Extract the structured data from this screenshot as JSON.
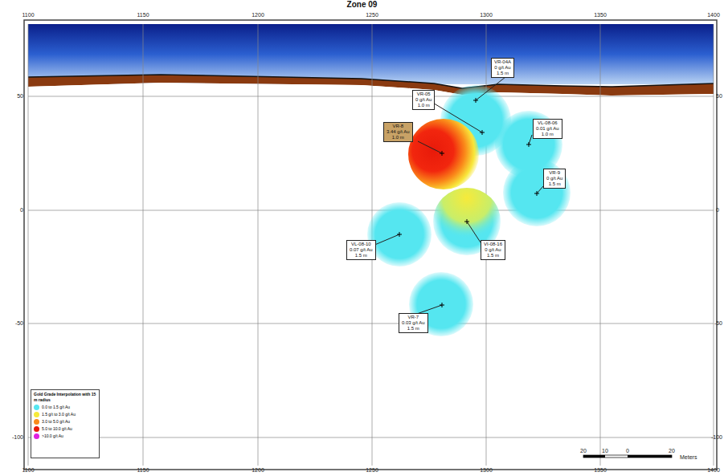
{
  "diagram": {
    "title": "Zone 09",
    "nodes": [
      {
        "text": [
          "VR-04A",
          "0 g/t Au",
          "1.5 m"
        ]
      },
      {
        "text": [
          "VR-05",
          "0 g/t Au",
          "1.0 m"
        ]
      },
      {
        "text": [
          "VR-8",
          "3.44 g/t Au",
          "1.0 m"
        ]
      },
      {
        "text": [
          "VL-08-06",
          "0.01 g/t Au",
          "1.0 m"
        ]
      },
      {
        "text": [
          "VR-9",
          "0 g/t Au",
          "1.5 m"
        ]
      },
      {
        "text": [
          "VL-08-10",
          "0.07 g/t Au",
          "1.5 m"
        ]
      },
      {
        "text": [
          "VI-08-16",
          "0 g/t Au",
          "1.5 m"
        ]
      },
      {
        "text": [
          "VR-7",
          "0.03 g/t Au",
          "1.5 m"
        ]
      }
    ],
    "labels": [
      "1100",
      "1150",
      "1200",
      "1250",
      "1300",
      "1350",
      "1400",
      "1100",
      "1150",
      "1200",
      "1250",
      "1300",
      "1350",
      "1400",
      "50",
      "0",
      "-50",
      "-100",
      "50",
      "0",
      "-50",
      "-100",
      "Gold Grade Interpolation with 15 m radius",
      "20",
      "10",
      "0",
      "20",
      "Meters"
    ],
    "legend": [
      {
        "text": "0.0 to 1.5 g/t Au",
        "color": "#55e6f0"
      },
      {
        "text": "1.5 g/t to 3.0 g/t Au",
        "color": "#f6ea3a"
      },
      {
        "text": "3.0 to 5.0 g/t Au",
        "color": "#fa8a1a"
      },
      {
        "text": "5.0 to 10.0 g/t Au",
        "color": "#e81a0a"
      },
      {
        "text": ">10.0 g/t Au",
        "color": "#e020e0"
      }
    ]
  }
}
